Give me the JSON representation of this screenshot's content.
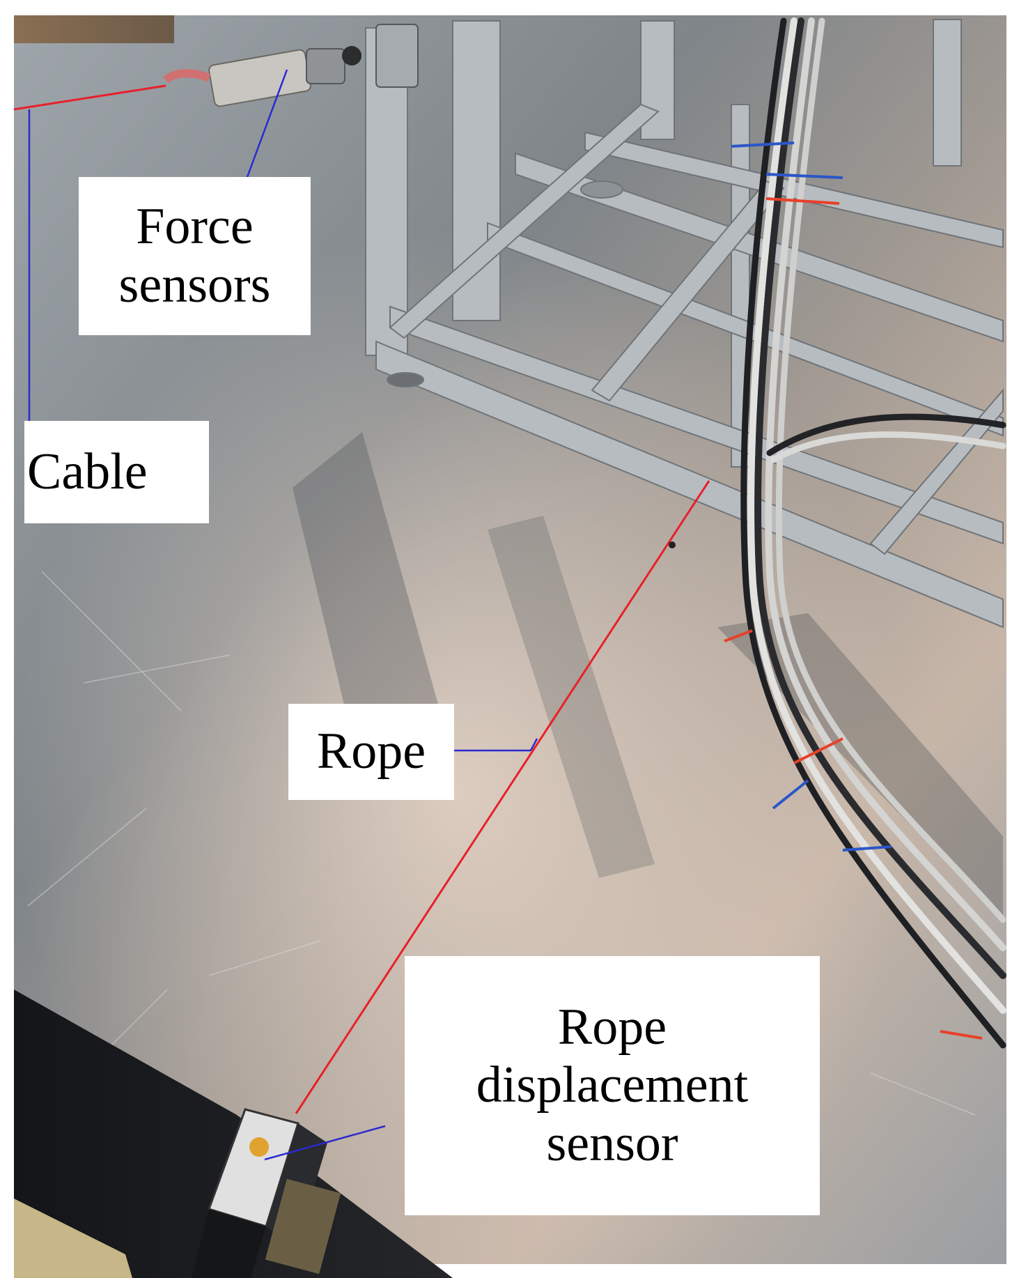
{
  "figure": {
    "labels": {
      "force_line1": "Force",
      "force_line2": "sensors",
      "cable": "Cable",
      "rope": "Rope",
      "rds_line1": "Rope",
      "rds_line2": "displacement",
      "rds_line3": "sensor"
    },
    "colors": {
      "rope": "#e8202a",
      "leader_line": "#2a2ad0",
      "frame": "#a9aeb3",
      "floor": "#8c8f93",
      "label_background": "#ffffff"
    }
  }
}
